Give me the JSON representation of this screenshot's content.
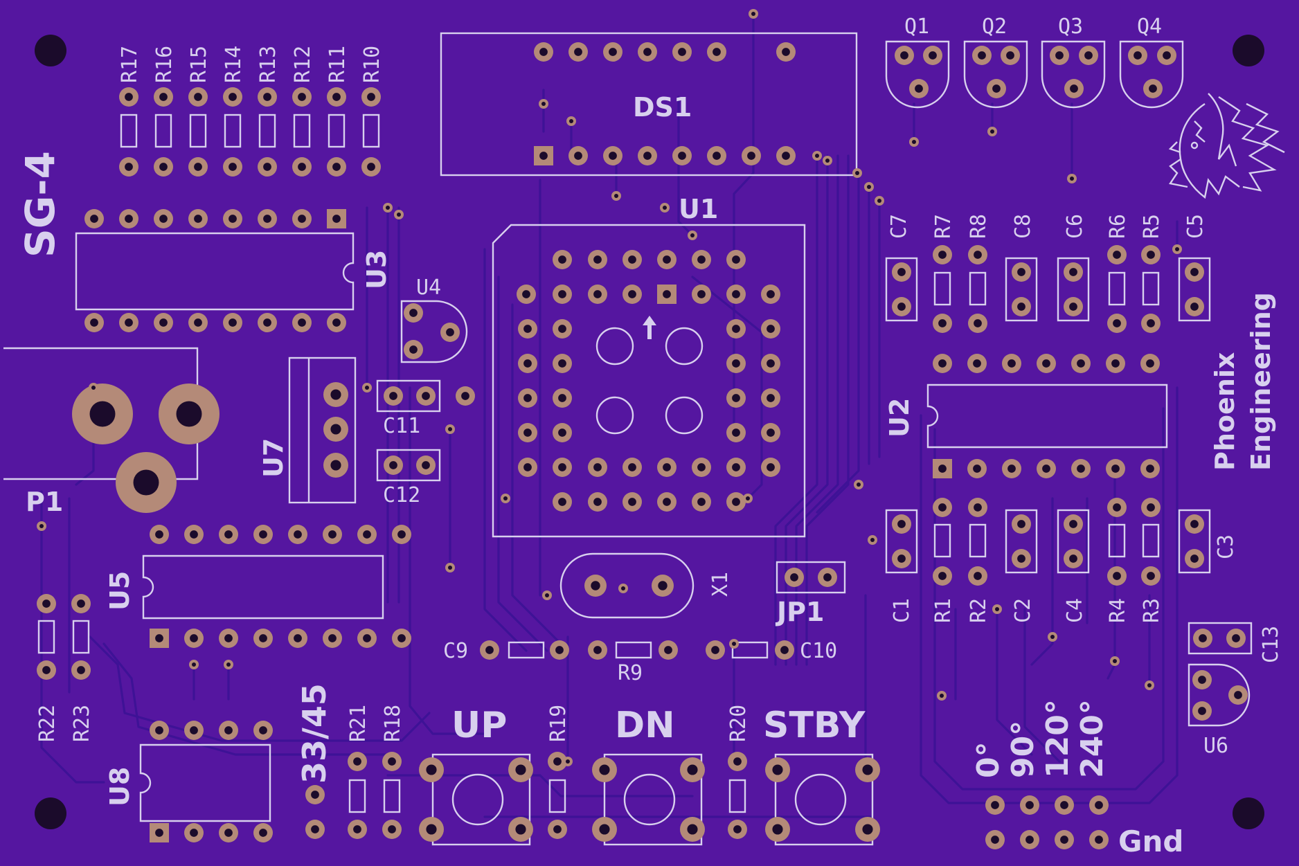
{
  "board": {
    "title": "SG-4",
    "company_line1": "Phoenix",
    "company_line2": "Engineering",
    "colors": {
      "board": "#5516a0",
      "trace": "#3e1296",
      "silkscreen": "#d8d0ee",
      "pad": "#b48a78",
      "hole": "#1b0b2b"
    }
  },
  "designators": {
    "R17": "R17",
    "R16": "R16",
    "R15": "R15",
    "R14": "R14",
    "R13": "R13",
    "R12": "R12",
    "R11": "R11",
    "R10": "R10",
    "Q1": "Q1",
    "Q2": "Q2",
    "Q3": "Q3",
    "Q4": "Q4",
    "DS1": "DS1",
    "U1": "U1",
    "U2": "U2",
    "U3": "U3",
    "U4": "U4",
    "U5": "U5",
    "U6": "U6",
    "U7": "U7",
    "U8": "U8",
    "P1": "P1",
    "C1": "C1",
    "C2": "C2",
    "C3": "C3",
    "C4": "C4",
    "C5": "C5",
    "C6": "C6",
    "C7": "C7",
    "C8": "C8",
    "C9": "C9",
    "C10": "C10",
    "C11": "C11",
    "C12": "C12",
    "C13": "C13",
    "R1": "R1",
    "R2": "R2",
    "R3": "R3",
    "R4": "R4",
    "R5": "R5",
    "R6": "R6",
    "R7": "R7",
    "R8": "R8",
    "R9": "R9",
    "R18": "R18",
    "R19": "R19",
    "R20": "R20",
    "R21": "R21",
    "R22": "R22",
    "R23": "R23",
    "X1": "X1",
    "JP1": "JP1"
  },
  "labels": {
    "up": "UP",
    "dn": "DN",
    "stby": "STBY",
    "mode": "33/45",
    "phase0": "0°",
    "phase90": "90°",
    "phase120": "120°",
    "phase240": "240°",
    "gnd": "Gnd"
  }
}
